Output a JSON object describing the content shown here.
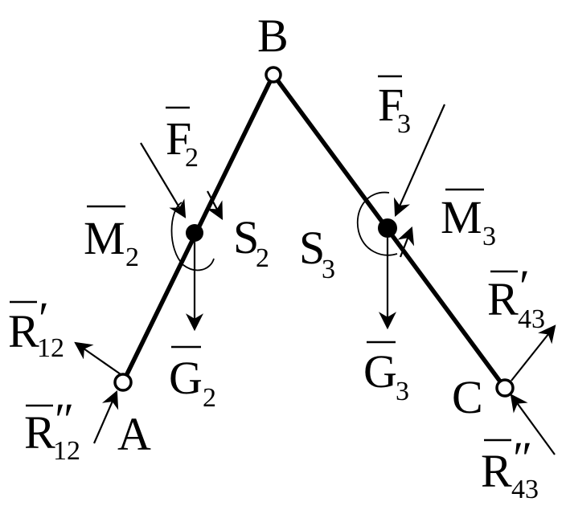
{
  "points": {
    "A": "A",
    "B": "B",
    "C": "C"
  },
  "centres": {
    "s2": {
      "main": "S",
      "sub": "2"
    },
    "s3": {
      "main": "S",
      "sub": "3"
    }
  },
  "forces": {
    "f2": {
      "main": "F",
      "sub": "2"
    },
    "f3": {
      "main": "F",
      "sub": "3"
    },
    "g2": {
      "main": "G",
      "sub": "2"
    },
    "g3": {
      "main": "G",
      "sub": "3"
    }
  },
  "moments": {
    "m2": {
      "main": "M",
      "sub": "2"
    },
    "m3": {
      "main": "M",
      "sub": "3"
    }
  },
  "reactions": {
    "r12t": {
      "main": "R",
      "prime": "′",
      "sub": "12"
    },
    "r12n": {
      "main": "R",
      "prime": "″",
      "sub": "12"
    },
    "r43t": {
      "main": "R",
      "prime": "′",
      "sub": "43"
    },
    "r43n": {
      "main": "R",
      "prime": "″",
      "sub": "43"
    }
  }
}
